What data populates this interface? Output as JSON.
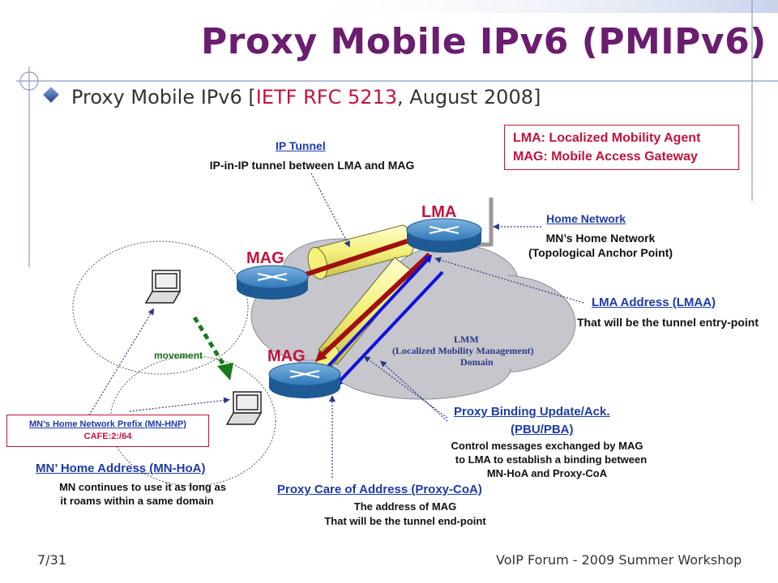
{
  "slide": {
    "title": "Proxy Mobile IPv6 (PMIPv6)",
    "bullet": {
      "prefix": "Proxy Mobile IPv6 [",
      "highlight": "IETF RFC 5213",
      "suffix": ", August 2008]"
    }
  },
  "legend": {
    "lma_def": "LMA: Localized Mobility Agent",
    "mag_def": "MAG: Mobile Access Gateway"
  },
  "diagram": {
    "lma_label": "LMA",
    "mag_top_label": "MAG",
    "mag_bottom_label": "MAG",
    "movement_label": "movement",
    "lmm_domain": {
      "line1": "LMM",
      "line2": "(Localized Mobility Management)",
      "line3": "Domain"
    }
  },
  "annotations": {
    "ip_tunnel": {
      "title": "IP Tunnel",
      "desc": "IP-in-IP tunnel between LMA and MAG"
    },
    "home_network": {
      "title": "Home Network",
      "line1": "MN’s Home Network",
      "line2": "(Topological Anchor Point)"
    },
    "lmaa": {
      "title": "LMA Address (LMAA)",
      "desc": "That will be the tunnel entry-point"
    },
    "pbu": {
      "title_line1": "Proxy Binding Update/Ack.",
      "title_line2": "(PBU/PBA)",
      "line1": "Control messages exchanged by MAG",
      "line2": "to LMA to establish a binding between",
      "line3": "MN-HoA and Proxy-CoA"
    },
    "proxy_coa": {
      "title": "Proxy Care of Address (Proxy-CoA)",
      "line1": "The address of MAG",
      "line2": "That will be the tunnel end-point"
    },
    "mn_hnp": {
      "title": "MN’s Home Network Prefix (MN-HNP)",
      "value": "CAFE:2:/64"
    },
    "mn_hoa": {
      "title": "MN’ Home Address (MN-HoA)",
      "line1": "MN continues to use it as long as",
      "line2": "it roams within a same domain"
    }
  },
  "footer": {
    "page": "7/31",
    "event": "VoIP Forum - 2009 Summer Workshop"
  },
  "colors": {
    "title": "#6b1d6f",
    "accent_red": "#c0143c",
    "link_blue": "#1e3aa6",
    "arrow_blue": "#1010e0",
    "arrow_darkred": "#a01010",
    "tunnel_yellow": "#f4f07a",
    "cloud_gray": "#c6c6cc",
    "router_blue": "#2f78b8",
    "movement_green": "#1a7a1a"
  }
}
